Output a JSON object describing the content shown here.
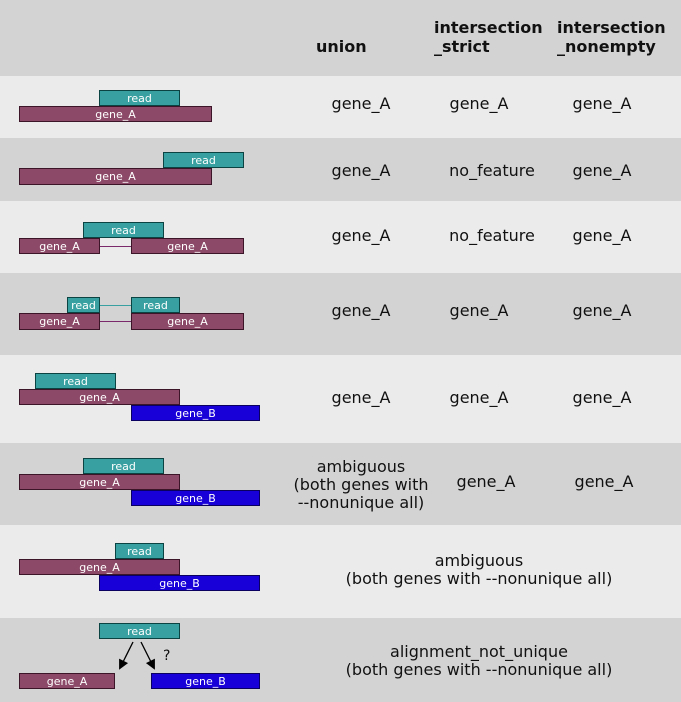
{
  "header": {
    "union": "union",
    "intersection_strict": "intersection\n_strict",
    "intersection_nonempty": "intersection\n_nonempty"
  },
  "rows": [
    {
      "drawing": {
        "read_1": "read",
        "gene_a_1": "gene_A"
      },
      "union": "gene_A",
      "strict": "gene_A",
      "nonempty": "gene_A"
    },
    {
      "drawing": {
        "read_1": "read",
        "gene_a_1": "gene_A"
      },
      "union": "gene_A",
      "strict": "no_feature",
      "nonempty": "gene_A"
    },
    {
      "drawing": {
        "read_1": "read",
        "gene_a_1": "gene_A",
        "gene_a_2": "gene_A"
      },
      "union": "gene_A",
      "strict": "no_feature",
      "nonempty": "gene_A"
    },
    {
      "drawing": {
        "read_1": "read",
        "read_2": "read",
        "gene_a_1": "gene_A",
        "gene_a_2": "gene_A"
      },
      "union": "gene_A",
      "strict": "gene_A",
      "nonempty": "gene_A"
    },
    {
      "drawing": {
        "read_1": "read",
        "gene_a_1": "gene_A",
        "gene_b_1": "gene_B"
      },
      "union": "gene_A",
      "strict": "gene_A",
      "nonempty": "gene_A"
    },
    {
      "drawing": {
        "read_1": "read",
        "gene_a_1": "gene_A",
        "gene_b_1": "gene_B"
      },
      "union": "ambiguous\n(both genes with\n--nonunique all)",
      "strict": "gene_A",
      "nonempty": "gene_A"
    },
    {
      "drawing": {
        "read_1": "read",
        "gene_a_1": "gene_A",
        "gene_b_1": "gene_B"
      },
      "merged": "ambiguous\n(both genes with --nonunique all)"
    },
    {
      "drawing": {
        "read_1": "read",
        "gene_a_1": "gene_A",
        "gene_b_1": "gene_B",
        "question": "?"
      },
      "merged": "alignment_not_unique\n(both genes with --nonunique all)"
    }
  ],
  "colors": {
    "header_bg": "#d3d3d3",
    "row_light": "#ebebeb",
    "row_dark": "#d3d3d3",
    "gene_A": "#8c4a68",
    "gene_B": "#1800d8",
    "read": "#38a0a0"
  }
}
